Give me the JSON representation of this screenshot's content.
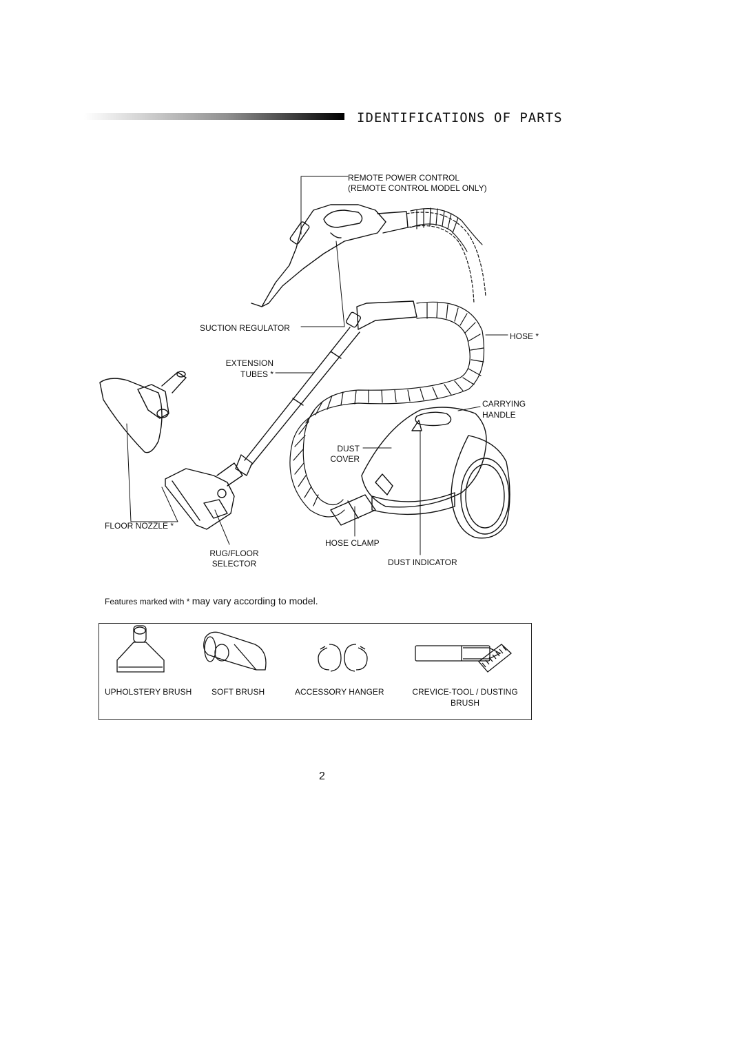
{
  "page": {
    "title": "IDENTIFICATIONS OF PARTS",
    "page_number": "2"
  },
  "labels": {
    "remote_power_control": "REMOTE  POWER  CONTROL",
    "remote_control_model_only": "(REMOTE CONTROL MODEL ONLY)",
    "suction_regulator": "SUCTION  REGULATOR",
    "hose": "HOSE *",
    "extension": "EXTENSION",
    "tubes": "TUBES *",
    "carrying": "CARRYING",
    "handle": "HANDLE",
    "dust": "DUST",
    "cover": "COVER",
    "floor_nozzle": "FLOOR NOZZLE *",
    "hose_clamp": "HOSE  CLAMP",
    "rug_floor": "RUG/FLOOR",
    "selector": "SELECTOR",
    "dust_indicator": "DUST INDICATOR"
  },
  "note": {
    "small": "Features marked with *",
    "large": "may vary according to model."
  },
  "accessories": [
    {
      "label": "UPHOLSTERY BRUSH"
    },
    {
      "label": "SOFT BRUSH"
    },
    {
      "label": "ACCESSORY  HANGER"
    },
    {
      "label": "CREVICE-TOOL / DUSTING",
      "label2": "BRUSH"
    }
  ]
}
